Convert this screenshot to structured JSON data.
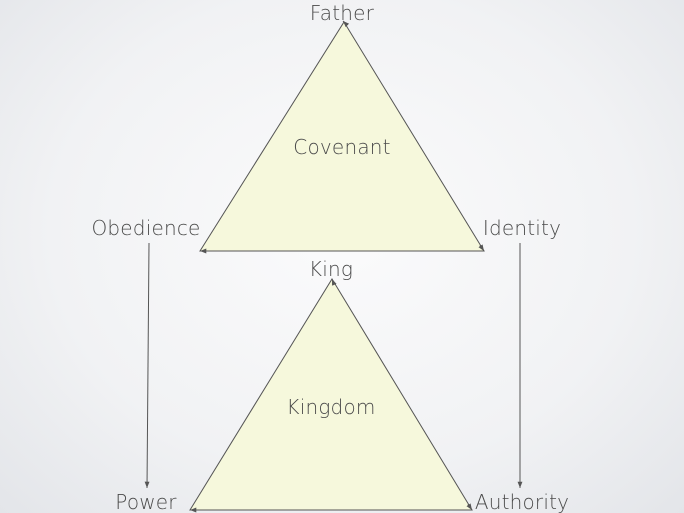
{
  "diagram": {
    "covenant": {
      "center_label": "Covenant",
      "top_label": "Father",
      "left_label": "Obedience",
      "right_label": "Identity"
    },
    "kingdom": {
      "center_label": "Kingdom",
      "top_label": "King",
      "left_label": "Power",
      "right_label": "Authority"
    }
  },
  "colors": {
    "triangle_fill": "#f6f8dc",
    "line": "#555555",
    "text": "#4a4a4a"
  }
}
